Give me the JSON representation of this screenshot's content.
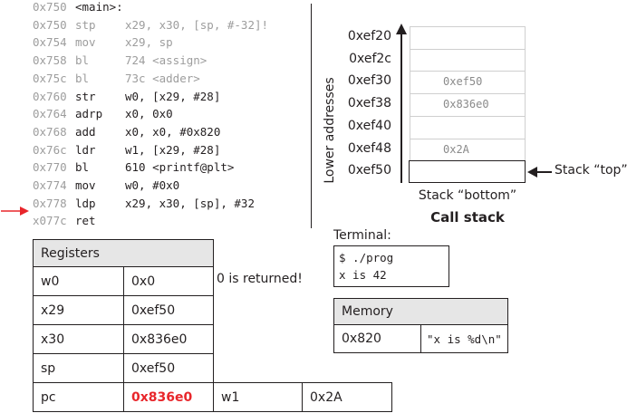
{
  "assembly": [
    {
      "addr": "0x750",
      "mnemonic": "<main>:",
      "operands": "",
      "dim": false,
      "header": true
    },
    {
      "addr": "0x750",
      "mnemonic": "stp",
      "operands": "x29, x30, [sp, #-32]!",
      "dim": true
    },
    {
      "addr": "0x754",
      "mnemonic": "mov",
      "operands": "x29, sp",
      "dim": true
    },
    {
      "addr": "0x758",
      "mnemonic": "bl",
      "operands": "724 <assign>",
      "dim": true
    },
    {
      "addr": "0x75c",
      "mnemonic": "bl",
      "operands": "73c <adder>",
      "dim": true
    },
    {
      "addr": "0x760",
      "mnemonic": "str",
      "operands": "w0, [x29, #28]",
      "dim": false
    },
    {
      "addr": "0x764",
      "mnemonic": "adrp",
      "operands": "x0, 0x0",
      "dim": false
    },
    {
      "addr": "0x768",
      "mnemonic": "add",
      "operands": "x0, x0, #0x820",
      "dim": false
    },
    {
      "addr": "0x76c",
      "mnemonic": "ldr",
      "operands": "w1, [x29, #28]",
      "dim": false
    },
    {
      "addr": "0x770",
      "mnemonic": "bl",
      "operands": "610 <printf@plt>",
      "dim": false
    },
    {
      "addr": "0x774",
      "mnemonic": "mov",
      "operands": "w0, #0x0",
      "dim": false
    },
    {
      "addr": "0x778",
      "mnemonic": "ldp",
      "operands": "x29, x30, [sp], #32",
      "dim": false
    },
    {
      "addr": "x077c",
      "mnemonic": "ret",
      "operands": "",
      "dim": false,
      "current": true
    }
  ],
  "stack": {
    "title": "Call stack",
    "axis_label": "Lower addresses",
    "bottom_label": "Stack “bottom”",
    "top_label": "Stack “top”",
    "rows": [
      {
        "addr": "0xef20",
        "value": ""
      },
      {
        "addr": "0xef2c",
        "value": ""
      },
      {
        "addr": "0xef30",
        "value": "0xef50"
      },
      {
        "addr": "0xef38",
        "value": "0x836e0"
      },
      {
        "addr": "0xef40",
        "value": ""
      },
      {
        "addr": "0xef48",
        "value": "0x2A"
      },
      {
        "addr": "0xef50",
        "value": ""
      }
    ]
  },
  "terminal": {
    "title": "Terminal:",
    "line1": "$ ./prog",
    "line2": "x is 42"
  },
  "memory": {
    "title": "Memory",
    "address": "0x820",
    "value": "\"x is %d\\n\""
  },
  "registers": {
    "title": "Registers",
    "rows": [
      {
        "name": "w0",
        "value": "0x0"
      },
      {
        "name": "x29",
        "value": "0xef50"
      },
      {
        "name": "x30",
        "value": "0x836e0"
      },
      {
        "name": "sp",
        "value": "0xef50"
      },
      {
        "name": "pc",
        "value": "0x836e0"
      }
    ],
    "extra_name": "w1",
    "extra_value": "0x2A",
    "note": "0 is returned!"
  },
  "colors": {
    "highlight": "#e8262b",
    "dim_text": "#9d9d9d",
    "header_bg": "#e6e6e6"
  }
}
